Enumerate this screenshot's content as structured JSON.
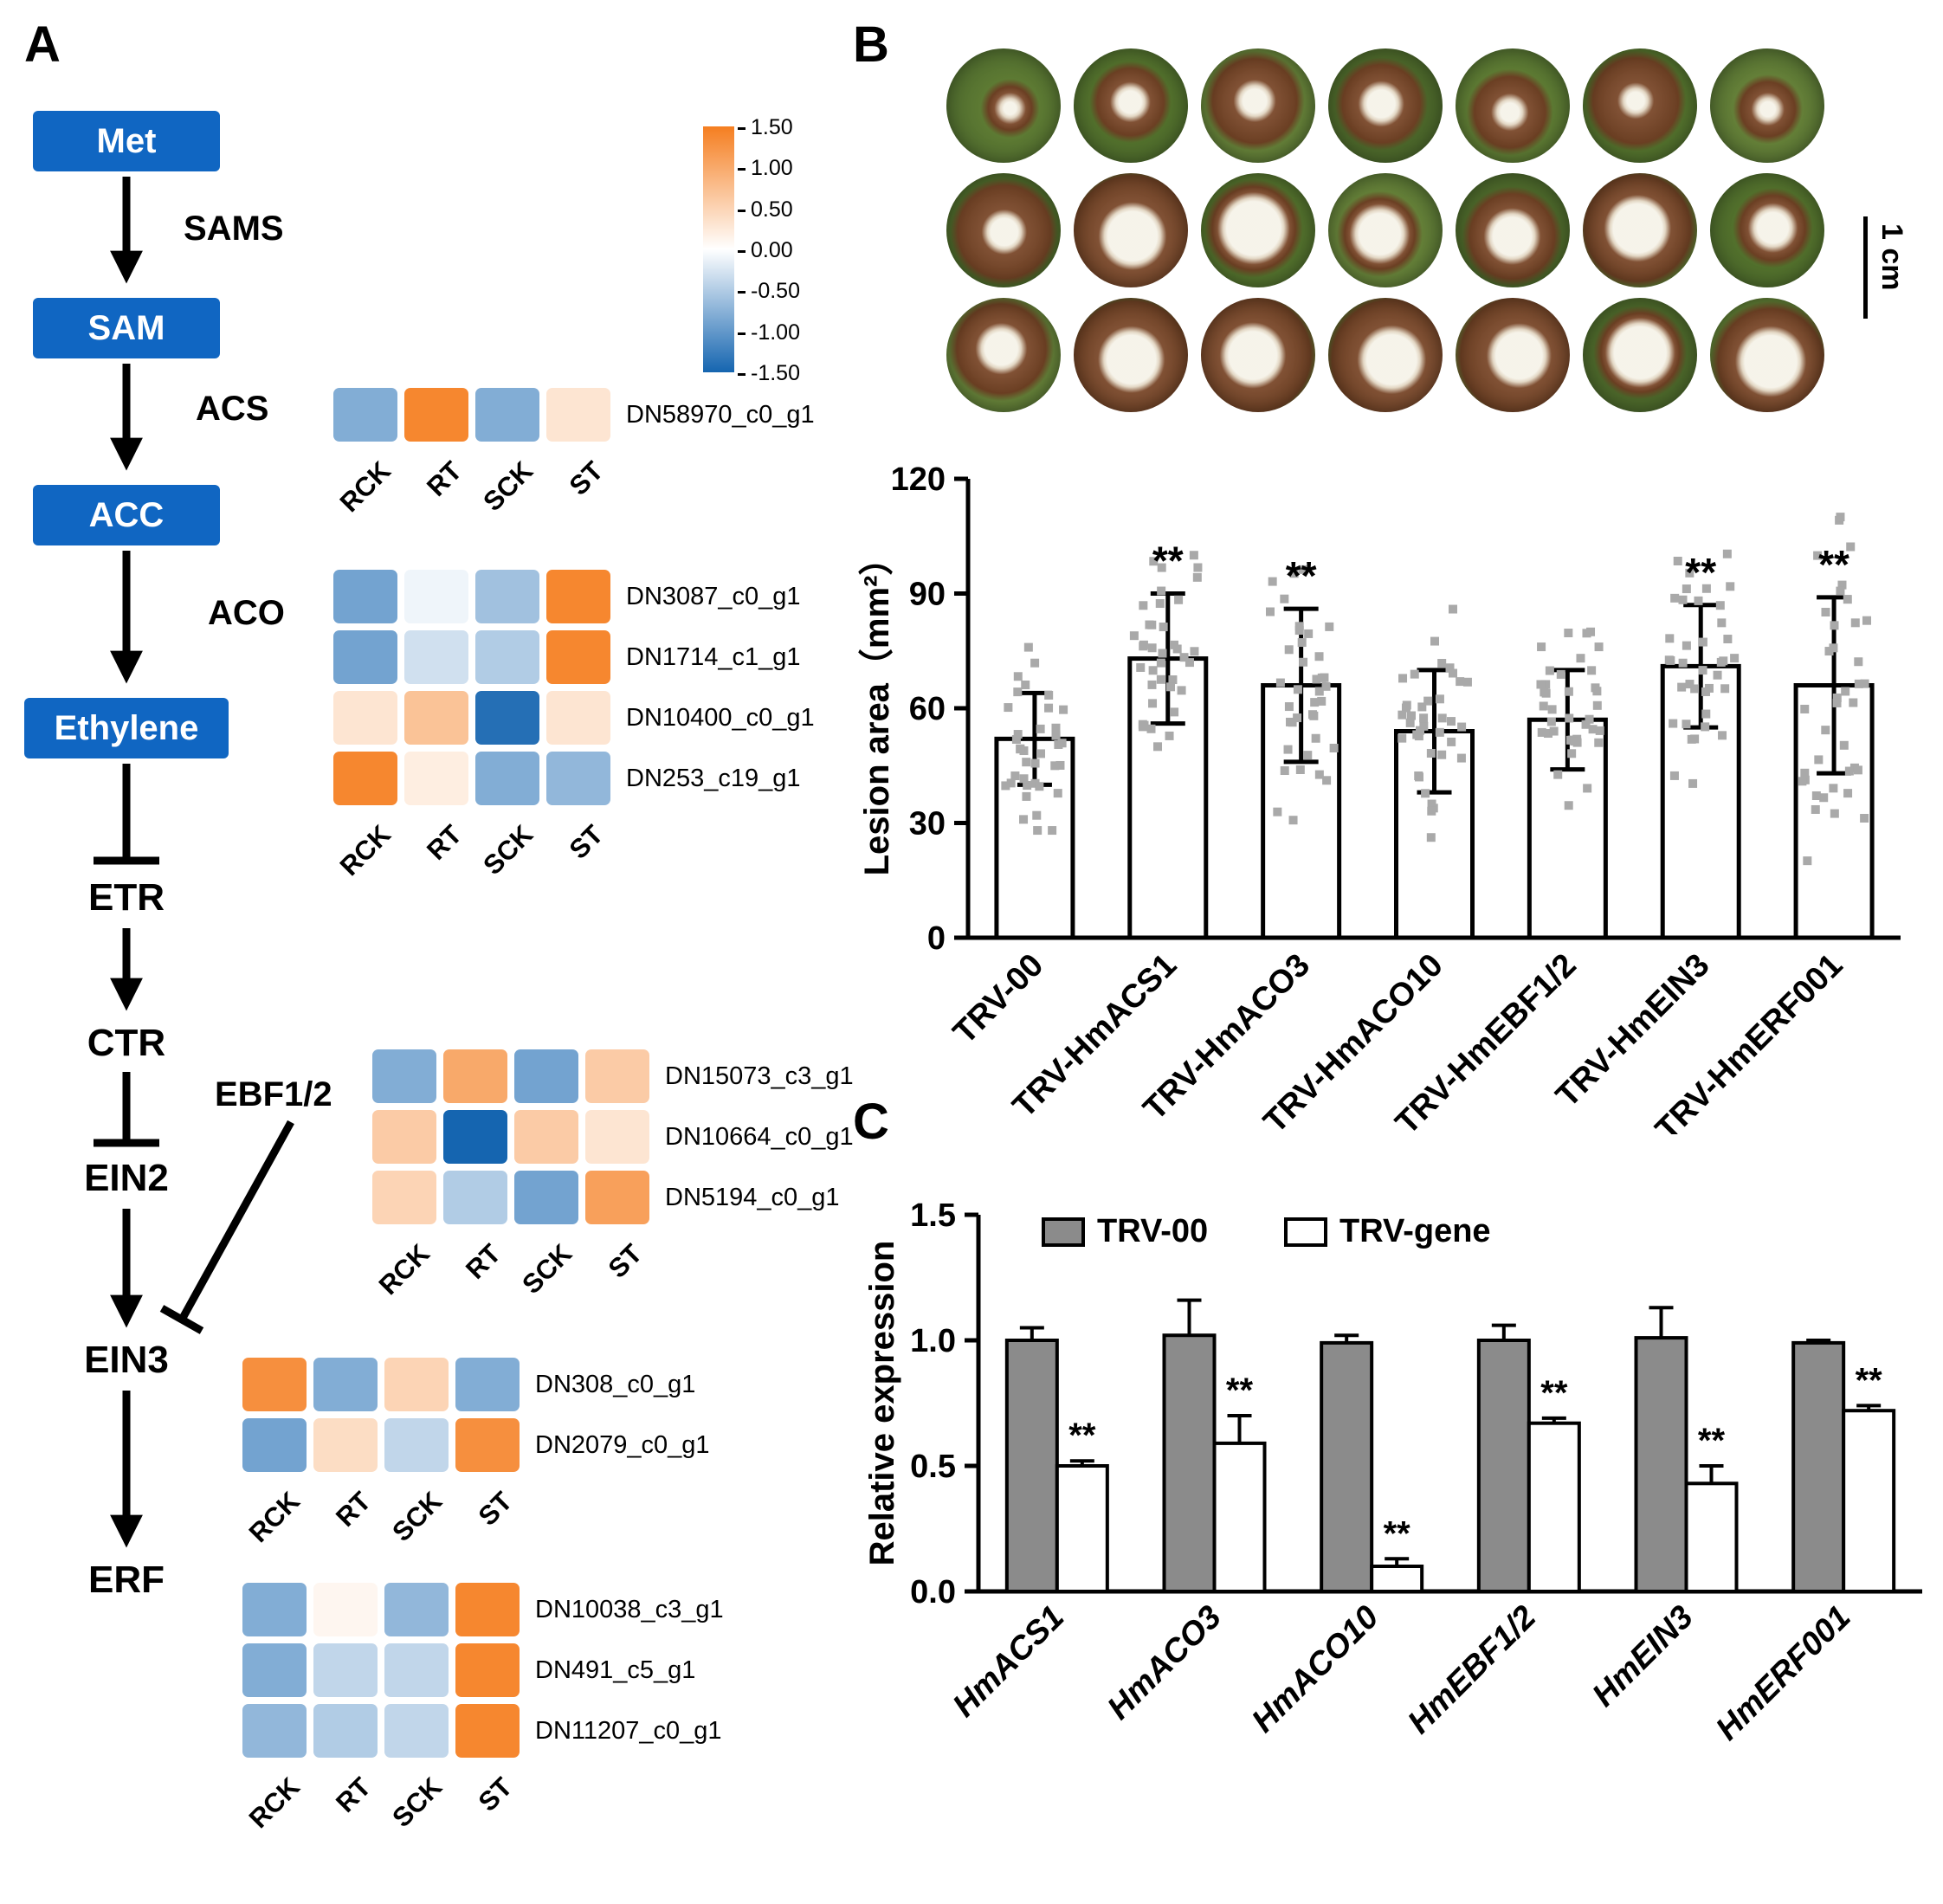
{
  "panels": {
    "a": "A",
    "b": "B",
    "c": "C"
  },
  "pathway": {
    "box_color": "#1066c2",
    "boxes": [
      {
        "label": "Met"
      },
      {
        "label": "SAM"
      },
      {
        "label": "ACC"
      },
      {
        "label": "Ethylene"
      }
    ],
    "nodes": [
      {
        "label": "ETR"
      },
      {
        "label": "CTR"
      },
      {
        "label": "EIN2"
      },
      {
        "label": "EIN3"
      },
      {
        "label": "ERF"
      }
    ],
    "enzymes": [
      {
        "label": "SAMS"
      },
      {
        "label": "ACS"
      },
      {
        "label": "ACO"
      },
      {
        "label": "EBF1/2"
      }
    ]
  },
  "heatmap": {
    "columns": [
      "RCK",
      "RT",
      "SCK",
      "ST"
    ],
    "scale_ticks": [
      "1.50",
      "1.00",
      "0.50",
      "0.00",
      "-0.50",
      "-1.00",
      "-1.50"
    ],
    "scale_max_color": "#f57e20",
    "scale_min_color": "#1565b0",
    "blocks": [
      {
        "id": "acs",
        "rows": [
          {
            "gene": "DN58970_c0_g1",
            "values": [
              -0.8,
              1.4,
              -0.8,
              0.3
            ]
          }
        ]
      },
      {
        "id": "aco",
        "rows": [
          {
            "gene": "DN3087_c0_g1",
            "values": [
              -0.9,
              -0.1,
              -0.6,
              1.4
            ]
          },
          {
            "gene": "DN1714_c1_g1",
            "values": [
              -0.9,
              -0.3,
              -0.5,
              1.4
            ]
          },
          {
            "gene": "DN10400_c0_g1",
            "values": [
              0.3,
              0.7,
              -1.4,
              0.3
            ]
          },
          {
            "gene": "DN253_c19_g1",
            "values": [
              1.4,
              0.2,
              -0.8,
              -0.7
            ]
          }
        ]
      },
      {
        "id": "ebf",
        "rows": [
          {
            "gene": "DN15073_c3_g1",
            "values": [
              -0.8,
              1.0,
              -0.9,
              0.6
            ]
          },
          {
            "gene": "DN10664_c0_g1",
            "values": [
              0.6,
              -1.5,
              0.6,
              0.3
            ]
          },
          {
            "gene": "DN5194_c0_g1",
            "values": [
              0.5,
              -0.5,
              -0.9,
              1.1
            ]
          }
        ]
      },
      {
        "id": "ein3",
        "rows": [
          {
            "gene": "DN308_c0_g1",
            "values": [
              1.3,
              -0.8,
              0.5,
              -0.8
            ]
          },
          {
            "gene": "DN2079_c0_g1",
            "values": [
              -0.9,
              0.4,
              -0.4,
              1.3
            ]
          }
        ]
      },
      {
        "id": "erf",
        "rows": [
          {
            "gene": "DN10038_c3_g1",
            "values": [
              -0.8,
              0.1,
              -0.7,
              1.4
            ]
          },
          {
            "gene": "DN491_c5_g1",
            "values": [
              -0.8,
              -0.4,
              -0.4,
              1.4
            ]
          },
          {
            "gene": "DN11207_c0_g1",
            "values": [
              -0.7,
              -0.5,
              -0.4,
              1.4
            ]
          }
        ]
      }
    ]
  },
  "photos": {
    "rows": 3,
    "cols": 7,
    "scale_label": "1 cm"
  },
  "chart_data": [
    {
      "type": "bar",
      "title": "",
      "ylabel": "Lesion area（mm²）",
      "ylim": [
        0,
        120
      ],
      "yticks": [
        "0",
        "30",
        "60",
        "90",
        "120"
      ],
      "categories": [
        "TRV-00",
        "TRV-HmACS1",
        "TRV-HmACO3",
        "TRV-HmACO10",
        "TRV-HmEBF1/2",
        "TRV-HmEIN3",
        "TRV-HmERF001"
      ],
      "values": [
        52,
        73,
        66,
        54,
        57,
        71,
        66
      ],
      "errors": [
        12,
        17,
        20,
        16,
        13,
        16,
        23
      ],
      "significance": [
        "",
        "**",
        "**",
        "",
        "",
        "**",
        "**"
      ],
      "scatter": true,
      "scatter_color": "#a9a9a9",
      "bar_fill": "#ffffff"
    },
    {
      "type": "grouped-bar",
      "title": "",
      "ylabel": "Relative expression",
      "ylim": [
        0,
        1.5
      ],
      "yticks": [
        "0.0",
        "0.5",
        "1.0",
        "1.5"
      ],
      "categories": [
        "HmACS1",
        "HmACO3",
        "HmACO10",
        "HmEBF1/2",
        "HmEIN3",
        "HmERF001"
      ],
      "series": [
        {
          "name": "TRV-00",
          "fill": "#8b8b8b",
          "values": [
            1.0,
            1.02,
            0.99,
            1.0,
            1.01,
            0.99
          ],
          "errors": [
            0.05,
            0.14,
            0.03,
            0.06,
            0.12,
            0.01
          ]
        },
        {
          "name": "TRV-gene",
          "fill": "#ffffff",
          "values": [
            0.5,
            0.59,
            0.1,
            0.67,
            0.43,
            0.72
          ],
          "errors": [
            0.02,
            0.11,
            0.03,
            0.02,
            0.07,
            0.02
          ]
        }
      ],
      "significance": [
        "**",
        "**",
        "**",
        "**",
        "**",
        "**"
      ],
      "legend_position": "top-left"
    }
  ]
}
